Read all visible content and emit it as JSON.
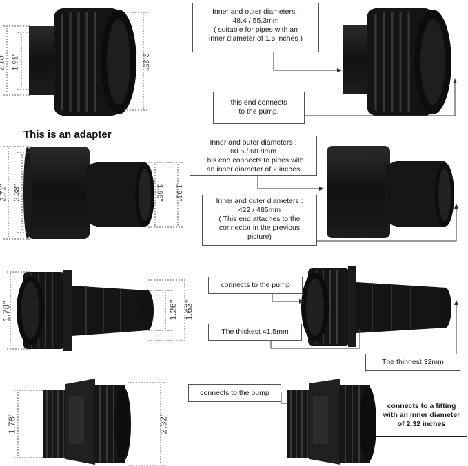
{
  "title": "This is an adapter",
  "row1": {
    "dims": [
      "2.18\"",
      "1.91\"",
      "2.25\""
    ],
    "callout_top": [
      "Inner and outer diameters :",
      "48.4 / 55.3mm",
      "( suitable for pipes with an",
      "inner diameter of 1.5 inches )"
    ],
    "callout_pump": [
      "this end connects",
      "to the pump."
    ]
  },
  "row2": {
    "dims": [
      "2.71\"",
      "2.38\"",
      "1.66\"",
      "1.91\""
    ],
    "callout_top": [
      "Inner and outer diameters :",
      "60.5 / 68.8mm",
      "This end connects to pipes with",
      "an inner diameter of 2 inches"
    ],
    "callout_bottom": [
      "Inner and outer diameters :",
      "422 / 485mm",
      "( This end attaches to the",
      "connector in the previous",
      "picture)"
    ]
  },
  "row3": {
    "dims": [
      "1.78\"",
      "1.26\"",
      "1.63\""
    ],
    "callout_pump": "connects to the pump",
    "callout_thickest": "The thickest 41.5mm",
    "callout_thinnest": "The thinnest 32mm"
  },
  "row4": {
    "dims": [
      "1.78\"",
      "2.32\""
    ],
    "callout_pump": "connects to the pump",
    "callout_fitting": [
      "connects to a fitting",
      "with an inner diameter",
      "of 2.32 inches"
    ]
  }
}
